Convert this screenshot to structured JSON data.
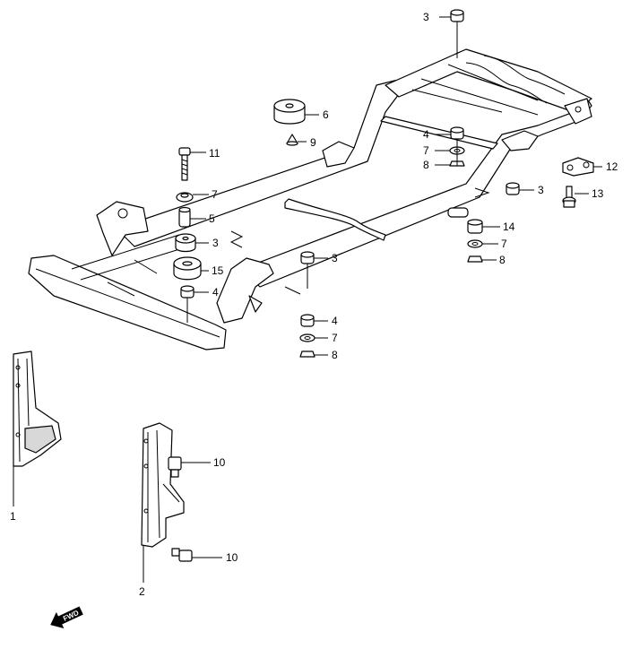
{
  "callouts": [
    {
      "id": "c3-top",
      "label": "3"
    },
    {
      "id": "c6",
      "label": "6"
    },
    {
      "id": "c9",
      "label": "9"
    },
    {
      "id": "c4-a",
      "label": "4"
    },
    {
      "id": "c7-a",
      "label": "7"
    },
    {
      "id": "c8-a",
      "label": "8"
    },
    {
      "id": "c11",
      "label": "11"
    },
    {
      "id": "c7-b",
      "label": "7"
    },
    {
      "id": "c5",
      "label": "5"
    },
    {
      "id": "c3-b",
      "label": "3"
    },
    {
      "id": "c15",
      "label": "15"
    },
    {
      "id": "c4-b",
      "label": "4"
    },
    {
      "id": "c3-c",
      "label": "3"
    },
    {
      "id": "c4-c",
      "label": "4"
    },
    {
      "id": "c7-c",
      "label": "7"
    },
    {
      "id": "c8-c",
      "label": "8"
    },
    {
      "id": "c12",
      "label": "12"
    },
    {
      "id": "c13",
      "label": "13"
    },
    {
      "id": "c3-d",
      "label": "3"
    },
    {
      "id": "c14",
      "label": "14"
    },
    {
      "id": "c7-d",
      "label": "7"
    },
    {
      "id": "c8-d",
      "label": "8"
    },
    {
      "id": "c10-a",
      "label": "10"
    },
    {
      "id": "c10-b",
      "label": "10"
    },
    {
      "id": "c1",
      "label": "1"
    },
    {
      "id": "c2",
      "label": "2"
    }
  ],
  "fwd_label": "FWD"
}
